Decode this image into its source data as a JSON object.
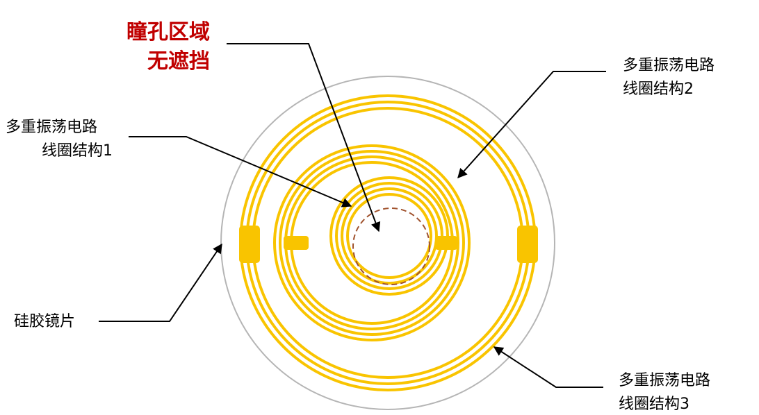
{
  "labels": {
    "pupil_line1": "瞳孔区域",
    "pupil_line2": "无遮挡",
    "coil1_line1": "多重振荡电路",
    "coil1_line2": "线圈结构1",
    "coil2_line1": "多重振荡电路",
    "coil2_line2": "线圈结构2",
    "coil3_line1": "多重振荡电路",
    "coil3_line2": "线圈结构3",
    "lens": "硅胶镜片"
  },
  "colors": {
    "coil": "#f9c400",
    "lens_outline": "#b5b5b5",
    "pupil_dash": "#a0522d",
    "pupil_label": "#c00000",
    "leader": "#000000"
  }
}
